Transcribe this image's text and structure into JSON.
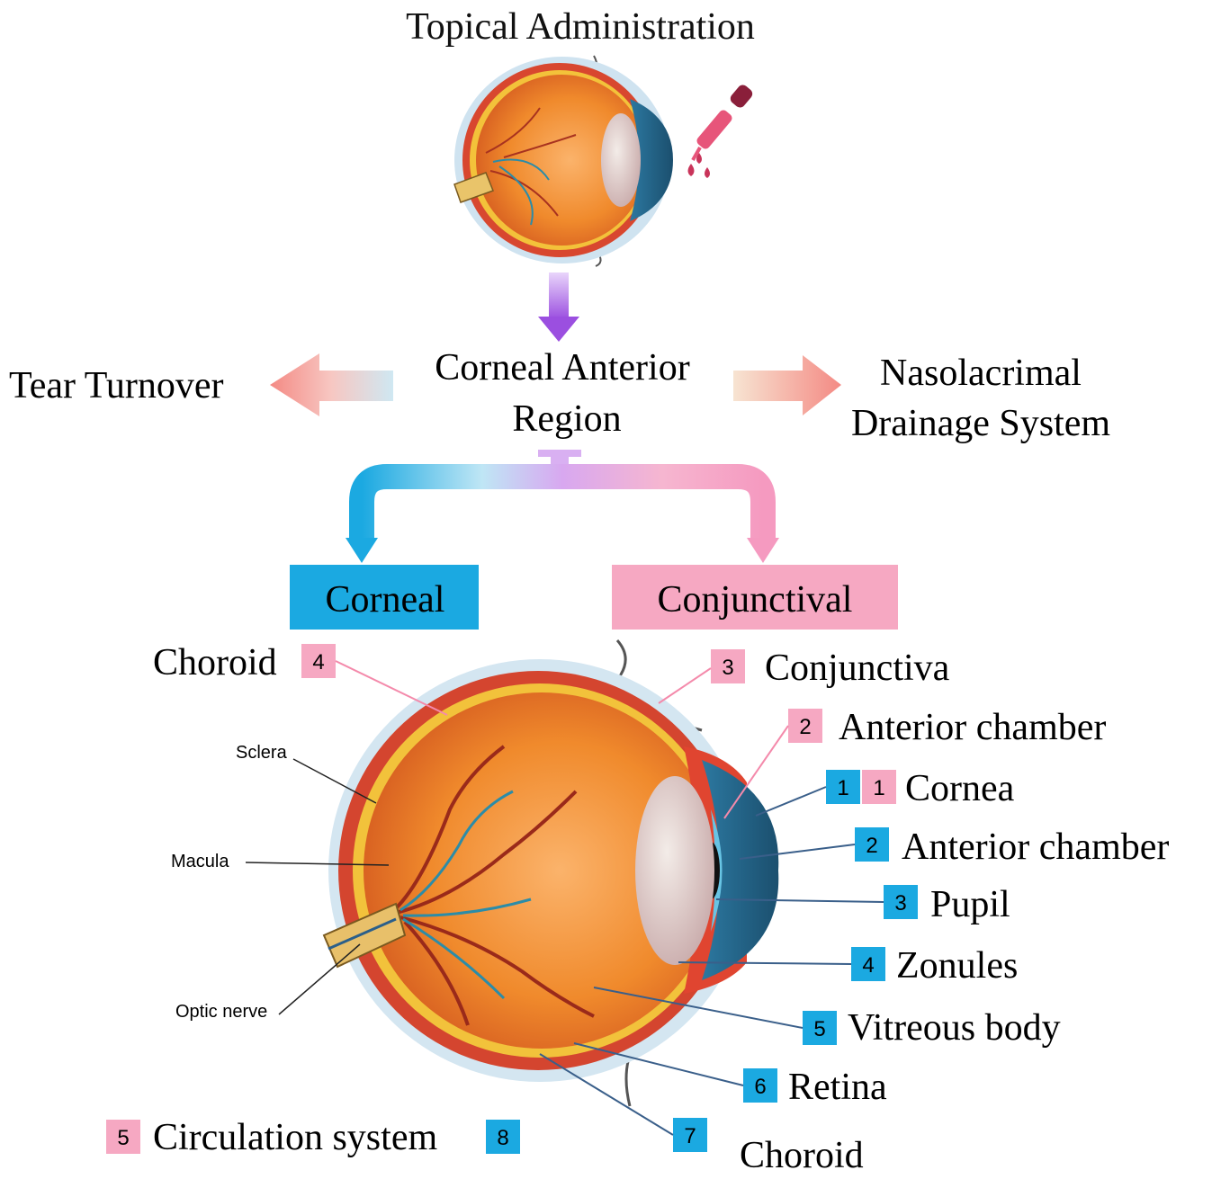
{
  "title": "Topical Administration",
  "center": {
    "line1": "Corneal Anterior",
    "line2": "Region"
  },
  "left_label": "Tear Turnover",
  "right_label": {
    "line1": "Nasolacrimal",
    "line2": "Drainage System"
  },
  "boxes": {
    "corneal": "Corneal",
    "conjunctival": "Conjunctival"
  },
  "small_labels": {
    "sclera": "Sclera",
    "macula": "Macula",
    "optic_nerve": "Optic nerve"
  },
  "pink_labels": [
    {
      "num": "4",
      "text": "Choroid"
    },
    {
      "num": "3",
      "text": "Conjunctiva"
    },
    {
      "num": "2",
      "text": "Anterior chamber"
    },
    {
      "num": "1",
      "text": "Cornea"
    },
    {
      "num": "5",
      "text": "Circulation system"
    }
  ],
  "blue_labels": [
    {
      "num": "1",
      "text": "Cornea"
    },
    {
      "num": "2",
      "text": "Anterior chamber"
    },
    {
      "num": "3",
      "text": "Pupil"
    },
    {
      "num": "4",
      "text": "Zonules"
    },
    {
      "num": "5",
      "text": "Vitreous body"
    },
    {
      "num": "6",
      "text": "Retina"
    },
    {
      "num": "7",
      "text": "Choroid"
    },
    {
      "num": "8",
      "text": ""
    }
  ],
  "colors": {
    "blue": "#1ba9e1",
    "pink": "#f6a8c2",
    "purple": "#b073e8",
    "orange_arrow": "#f49a9a",
    "eye_orange": "#f08a2c",
    "eye_red": "#cf3a2a"
  }
}
